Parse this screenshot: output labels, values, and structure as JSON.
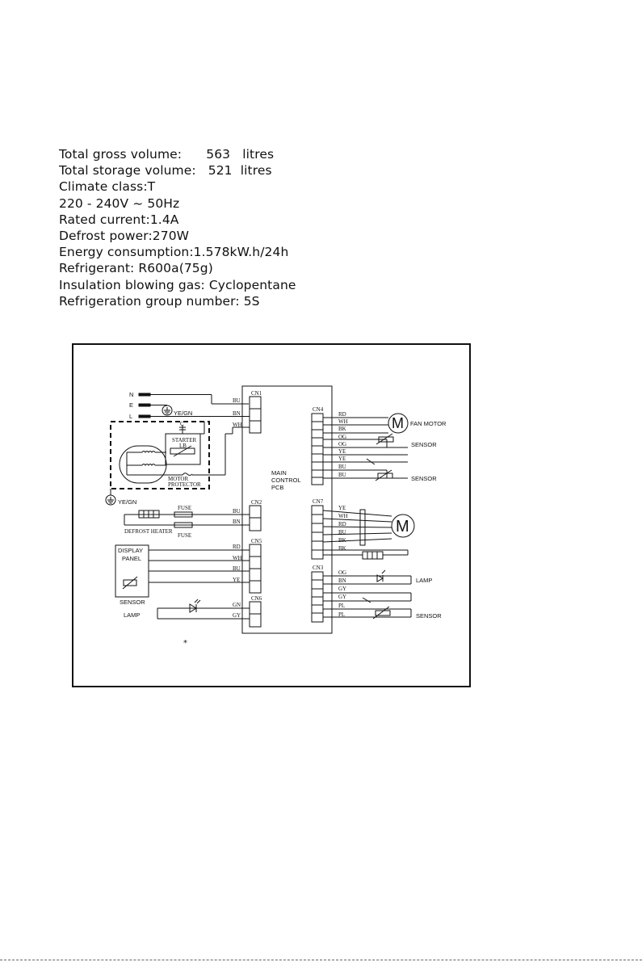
{
  "specs": [
    "Total gross volume:      563   litres",
    "Total storage volume:   521  litres",
    "Climate class:T",
    "220 - 240V ~ 50Hz",
    "Rated current:1.4A",
    "Defrost power:270W",
    "Energy consumption:1.578kW.h/24h",
    "Refrigerant: R600a(75g)",
    "Insulation blowing gas: Cyclopentane",
    "Refrigeration group number: 5S"
  ],
  "diagram": {
    "mains": {
      "n": "N",
      "e": "E",
      "l": "L",
      "earth_top": "YE/GN",
      "earth_bottom": "YE/GN"
    },
    "compressor": {
      "starter": "STARTER",
      "motor_protector_1": "MOTOR",
      "motor_protector_2": "PROTECTOR",
      "starter_sub": "LB",
      "cap": "C"
    },
    "pcb": {
      "line1": "MAIN",
      "line2": "CONTROL",
      "line3": "PCB"
    },
    "connectors": {
      "cn1": {
        "name": "CN1",
        "pins": [
          "BU",
          "BN",
          "WH"
        ]
      },
      "cn2": {
        "name": "CN2",
        "pins": [
          "BU",
          "BN"
        ]
      },
      "cn5": {
        "name": "CN5",
        "pins": [
          "RD",
          "WH",
          "BU",
          "YE"
        ]
      },
      "cn6": {
        "name": "CN6",
        "pins": [
          "GN",
          "GY"
        ]
      },
      "cn4": {
        "name": "CN4",
        "pins": [
          "RD",
          "WH",
          "BK",
          "OG",
          "OG",
          "YE",
          "YE",
          "BU",
          "BU"
        ]
      },
      "cn7": {
        "name": "CN7",
        "pins": [
          "YE",
          "WH",
          "RD",
          "BU",
          "BK",
          "BK"
        ]
      },
      "cn3": {
        "name": "CN3",
        "pins": [
          "OG",
          "BN",
          "GY",
          "GY",
          "PL",
          "PL"
        ]
      }
    },
    "left_labels": {
      "fuse_top": "FUSE",
      "fuse_bottom": "FUSE",
      "defrost_heater": "DEFROST HEATER",
      "display_1": "DISPLAY",
      "display_2": "PANEL",
      "display_sensor": "SENSOR",
      "lamp": "LAMP"
    },
    "right_labels": {
      "fan_motor": "FAN MOTOR",
      "sensor_1": "SENSOR",
      "sensor_2": "SENSOR",
      "motor_letter": "M",
      "fan_motor_letter": "M",
      "lamp": "LAMP",
      "sensor_3": "SENSOR"
    },
    "asterisk": "*"
  }
}
